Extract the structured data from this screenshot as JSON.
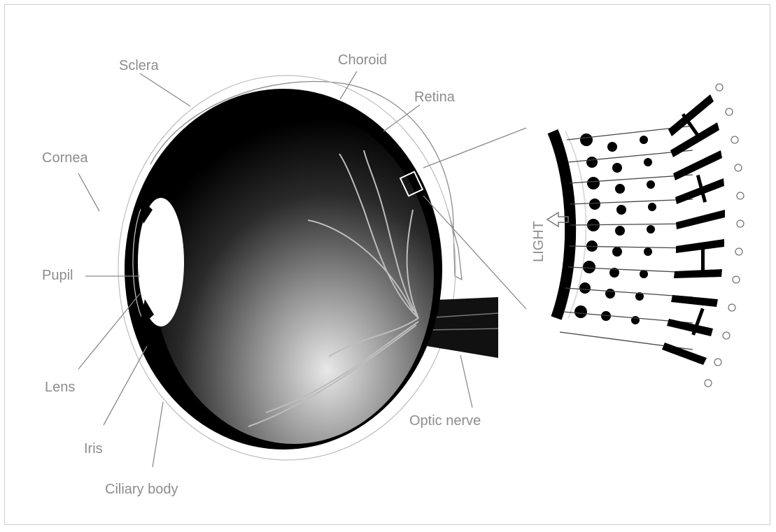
{
  "figure": {
    "labels": {
      "sclera": "Sclera",
      "choroid": "Choroid",
      "retina": "Retina",
      "cornea": "Cornea",
      "pupil": "Pupil",
      "lens": "Lens",
      "iris": "Iris",
      "ciliary_body": "Ciliary body",
      "optic_nerve": "Optic nerve",
      "light": "LIGHT"
    }
  }
}
